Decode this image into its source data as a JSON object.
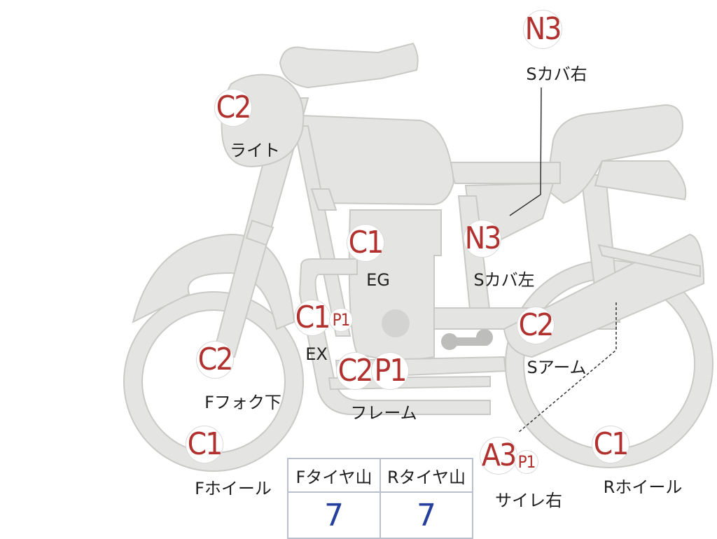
{
  "marks": {
    "light": {
      "grade": "C2",
      "label": "ライト"
    },
    "side_cover_right": {
      "grade": "N3",
      "label": "Sカバ右"
    },
    "engine": {
      "grade": "C1",
      "label": "EG"
    },
    "side_cover_left": {
      "grade": "N3",
      "label": "Sカバ左"
    },
    "exhaust": {
      "grade": "C1",
      "extra": "P1",
      "label": "EX"
    },
    "swing_arm": {
      "grade": "C2",
      "label": "Sアーム"
    },
    "front_fork_lower": {
      "grade": "C2",
      "label": "Fフォク下"
    },
    "frame": {
      "grade": "C2",
      "extra": "P1",
      "label": "フレーム"
    },
    "front_wheel": {
      "grade": "C1",
      "label": "Fホイール"
    },
    "muffler_right": {
      "grade": "A3",
      "extra": "P1",
      "label": "サイレ右"
    },
    "rear_wheel": {
      "grade": "C1",
      "label": "Rホイール"
    }
  },
  "tread_table": {
    "front_header": "Fタイヤ山",
    "rear_header": "Rタイヤ山",
    "front_value": "7",
    "rear_value": "7"
  },
  "colors": {
    "bike_fill": "#e4e4e2",
    "bike_stroke": "#c9c9c6",
    "grade_text": "#b1312f",
    "value_text": "#243f9c"
  }
}
